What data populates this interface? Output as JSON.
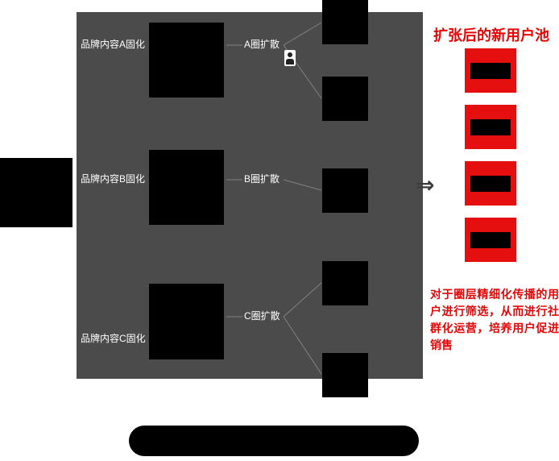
{
  "panel": {
    "rows": [
      {
        "label": "品牌内容A固化",
        "diffusion_label": "A圈扩散"
      },
      {
        "label": "品牌内容B固化",
        "diffusion_label": "B圈扩散"
      },
      {
        "label": "品牌内容C固化",
        "diffusion_label": "C圈扩散"
      }
    ]
  },
  "right_panel": {
    "title": "扩张后的新用户池",
    "description": "对于圈层精细化传播的用户进行筛选，从而进行社群化运营，培养用户促进销售"
  },
  "icons": {
    "arrow_right": "⇒"
  },
  "colors": {
    "accent_red": "#e60505",
    "panel_gray": "#4b4b4b",
    "box_black": "#000000"
  }
}
